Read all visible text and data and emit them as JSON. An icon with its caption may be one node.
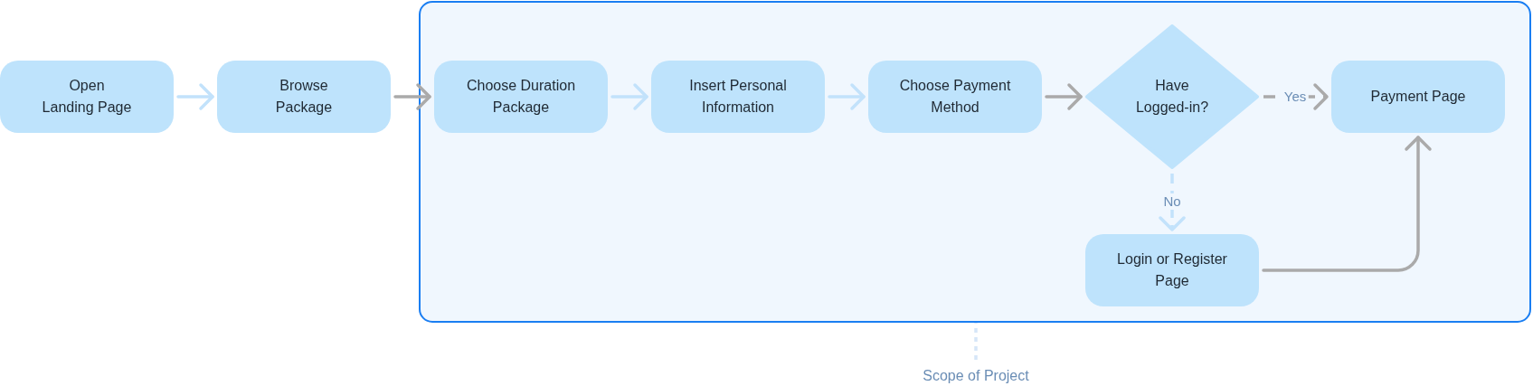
{
  "diagram": {
    "nodes": [
      {
        "text": [
          "Open Landing Page"
        ]
      },
      {
        "text": [
          "Browse Package"
        ]
      },
      {
        "text": [],
        "shape": "box"
      },
      {
        "text": [
          "Choose Duration Package"
        ],
        "in": 2
      },
      {
        "text": [
          "Insert Personal Information"
        ],
        "in": 2
      },
      {
        "text": [
          "Choose Payment Method"
        ],
        "in": 2
      },
      {
        "text": [
          "Have Logged-in?"
        ],
        "in": 2
      },
      {
        "text": [
          "Payment Page"
        ],
        "in": 2
      },
      {
        "text": [
          "Login or Register Page"
        ],
        "in": 2
      },
      {
        "text": [
          "Scope of Project"
        ]
      }
    ],
    "edges": [
      {
        "from": 0,
        "to": 1,
        "arrow": "to",
        "color": "#c2e2fb"
      },
      {
        "from": 1,
        "to": 3,
        "arrow": "to",
        "color": "#aaaaaa"
      },
      {
        "from": 3,
        "to": 4,
        "arrow": "to",
        "color": "#c2e2fb"
      },
      {
        "from": 4,
        "to": 5,
        "arrow": "to",
        "color": "#c2e2fb"
      },
      {
        "from": 5,
        "to": 6,
        "arrow": "to",
        "color": "#aaaaaa"
      },
      {
        "from": 6,
        "to": 7,
        "arrow": "to",
        "label": "Yes",
        "style": "dashed",
        "color": "#aaaaaa"
      },
      {
        "from": 6,
        "to": 8,
        "arrow": "to",
        "label": "No",
        "style": "dashed",
        "color": "#c2e2fb"
      },
      {
        "from": 8,
        "to": 7,
        "arrow": "to",
        "color": "#aaaaaa"
      },
      {
        "from": 9,
        "to": 2,
        "arrow": "none",
        "style": "dashed",
        "color": "#d6e6f8"
      }
    ]
  }
}
